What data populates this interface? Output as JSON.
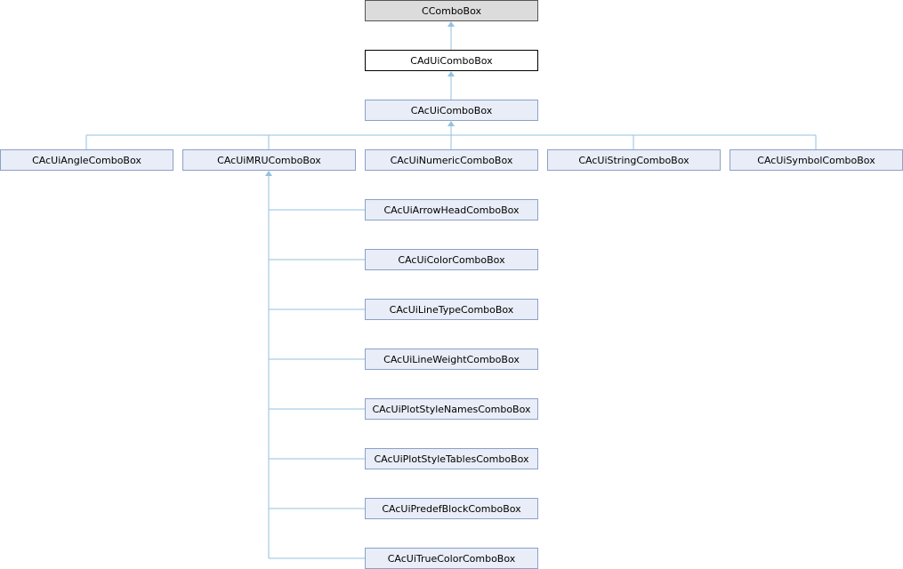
{
  "nodes": {
    "ccombobox": "CComboBox",
    "cadui": "CAdUiComboBox",
    "cacui": "CAcUiComboBox",
    "angle": "CAcUiAngleComboBox",
    "mru": "CAcUiMRUComboBox",
    "numeric": "CAcUiNumericComboBox",
    "string": "CAcUiStringComboBox",
    "symbol": "CAcUiSymbolComboBox",
    "arrowhead": "CAcUiArrowHeadComboBox",
    "color": "CAcUiColorComboBox",
    "linetype": "CAcUiLineTypeComboBox",
    "lineweight": "CAcUiLineWeightComboBox",
    "plotstylenames": "CAcUiPlotStyleNamesComboBox",
    "plotstyletables": "CAcUiPlotStyleTablesComboBox",
    "predefblock": "CAcUiPredefBlockComboBox",
    "truecolor": "CAcUiTrueColorComboBox"
  },
  "colors": {
    "edge": "#93c1e2",
    "node_fill": "#e8edf7",
    "node_border": "#8ca0c8",
    "root_fill": "#dcdcdc"
  }
}
